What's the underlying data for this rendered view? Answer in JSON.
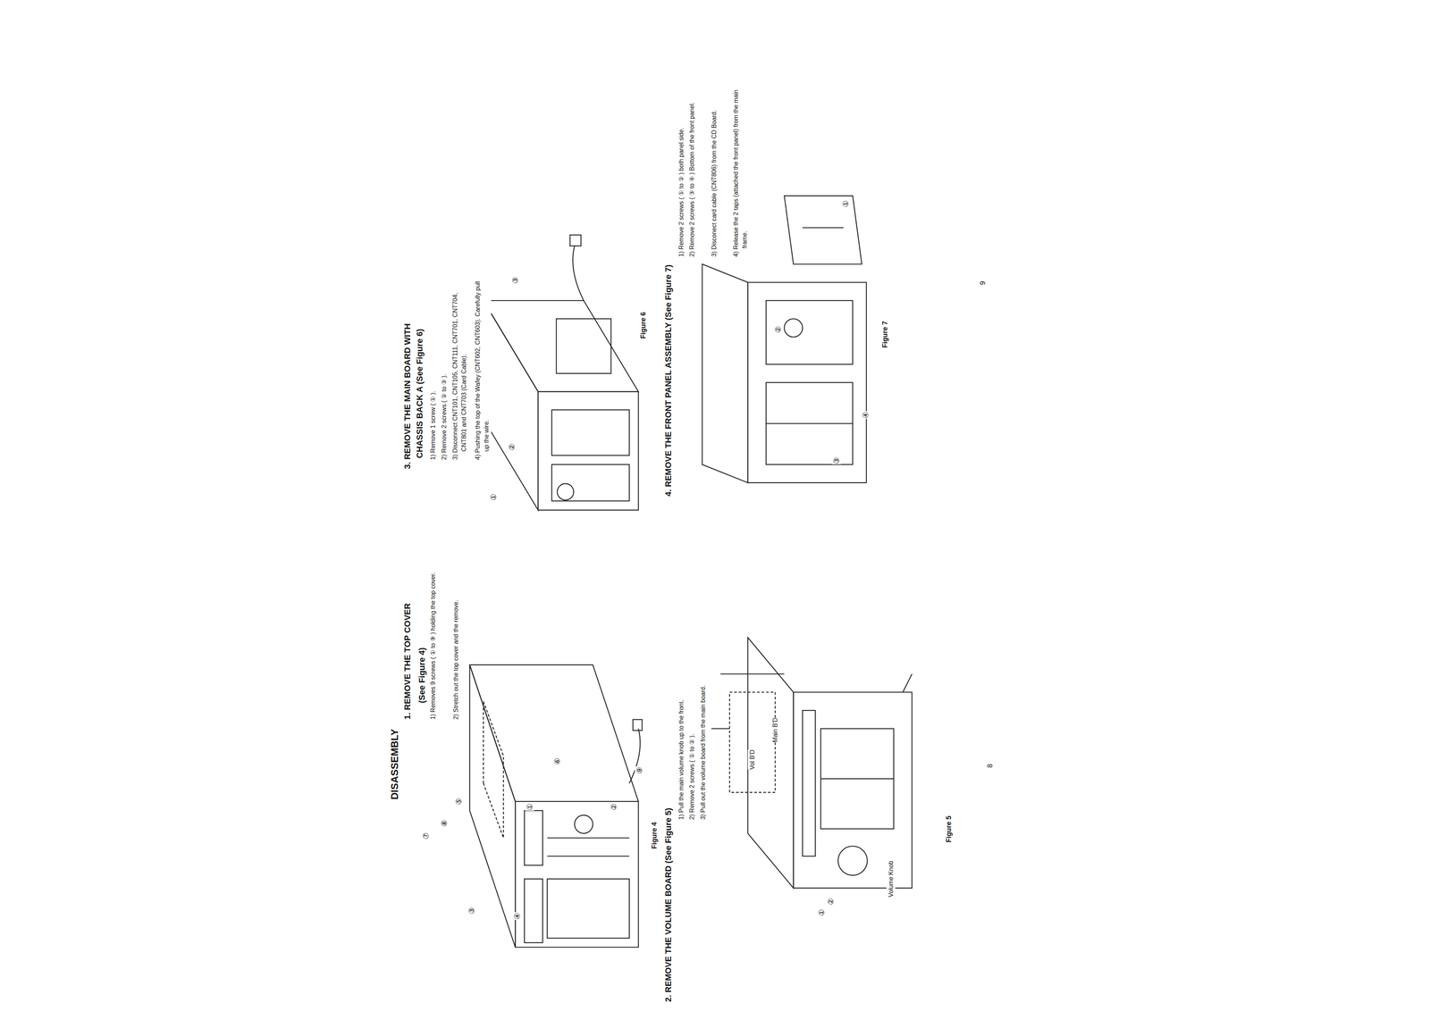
{
  "diagram": {
    "title": "DISASSEMBLY",
    "labels": [
      "1. REMOVE THE TOP COVER",
      "(See Figure 4)",
      "1) Removes 9 screws ( ① to ⑨ ) holding the top cover.",
      "2) Stretch out the top cover and the remove.",
      "⑦",
      "⑧",
      "⑤",
      "③",
      "⑥",
      "①",
      "④",
      "②",
      "⑨",
      "Figure 4",
      "2. REMOVE THE VOLUME BOARD (See Figure 5)",
      "1) Pull the main volume knob up to the front.",
      "2) Remove 2 screws ( ① to ② ).",
      "3) Pull out the volume board from the main board.",
      "Main B'D",
      "Vol B'D",
      "Volume Knob",
      "①",
      "②",
      "Figure 5",
      "8",
      "3. REMOVE THE MAIN BOARD WITH CHASSIS BACK A (See Figure 6)",
      "1) Remove 1 screw ( ① ).",
      "2) Remove 2 screws ( ② to ③ ).",
      "3) Disconnect CNT101, CNT105, CNT111, CNT701, CNT704, CNT801 and CNT703 (Card Cable).",
      "4) Pushing the top of the Wafey (CNT602, CNT603). Carefully pull up the wire.",
      "①",
      "②",
      "③",
      "Figure 6",
      "4. REMOVE THE FRONT PANEL ASSEMBLY (See Figure 7)",
      "1) Remove 2 screws ( ① to ② ) both panel side.",
      "2) Remove 2 screws ( ③ to ④ ) Bottom of the front panel.",
      "3) Disconect card cable (CNT806) from the CD Board.",
      "4) Release the 2 taps (attached the front panel) from the main frame.",
      "①",
      "②",
      "③",
      "④",
      "Figure 7",
      "9"
    ]
  }
}
